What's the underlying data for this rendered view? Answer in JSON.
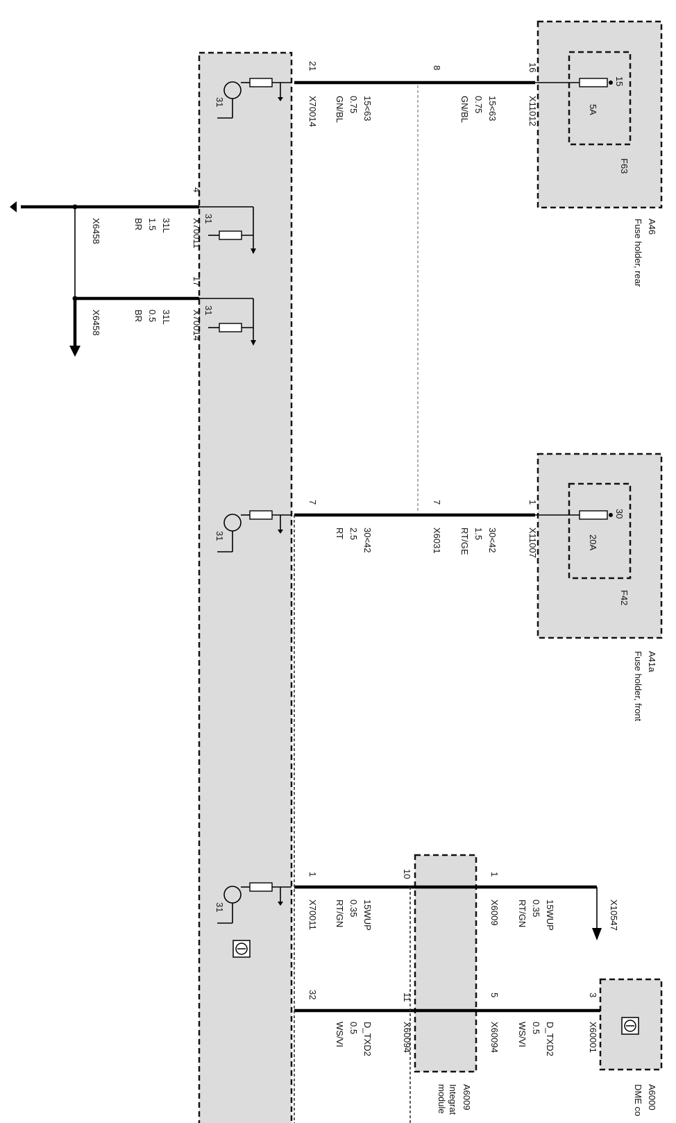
{
  "modules": {
    "a46": {
      "id": "A46",
      "name": "Fuse holder, rear",
      "fuse": "F63",
      "rating": "5A",
      "terminal": "15"
    },
    "a41a": {
      "id": "A41a",
      "name": "Fuse holder, front",
      "fuse": "F42",
      "rating": "20A",
      "terminal": "30"
    },
    "a6000": {
      "id": "A6000",
      "name": "DME co"
    },
    "a6009": {
      "id": "A6009",
      "name_line1": "Integrat",
      "name_line2": "module"
    }
  },
  "circuits": {
    "c1": {
      "pin_fuse": "16",
      "conn_fuse": "X11012",
      "sig_a": "15<63",
      "cs_a": "0.75",
      "col_a": "GN/BL",
      "pin_mid": "8",
      "pin_ecu": "21",
      "conn_ecu": "X70014",
      "sig_b": "15<63",
      "cs_b": "0.75",
      "col_b": "GN/BL"
    },
    "c2": {
      "pin_fuse": "1",
      "conn_fuse": "X11007",
      "sig_a": "30<42",
      "cs_a": "1.5",
      "col_a": "RT/GE",
      "pin_mid": "7",
      "conn_mid": "X6031",
      "pin_ecu": "7",
      "sig_b": "30<42",
      "cs_b": "2.5",
      "col_b": "RT"
    },
    "c3": {
      "conn_top": "X10547",
      "pin_top": "1",
      "conn_mid": "X6009",
      "sig_a": "15WUP",
      "cs_a": "0.35",
      "col_a": "RT/GN",
      "pin_mid": "10",
      "pin_ecu": "1",
      "conn_ecu": "X70011",
      "sig_b": "15WUP",
      "cs_b": "0.35",
      "col_b": "RT/GN"
    },
    "c4": {
      "pin_dme": "3",
      "conn_dme": "X60001",
      "sig_a": "D_TXD2",
      "cs_a": "0.5",
      "col_a": "WS/VI",
      "pin_mid_top": "5",
      "conn_mid_top": "X60094",
      "pin_mid_bot": "11",
      "conn_mid_bot": "X60094",
      "pin_ecu": "32",
      "sig_b": "D_TXD2",
      "cs_b": "0.5",
      "col_b": "WS/VI"
    },
    "g1": {
      "pin": "4",
      "conn": "X70011",
      "sig": "31L",
      "cs": "1.5",
      "col": "BR",
      "splice": "X6458"
    },
    "g2": {
      "pin": "17",
      "conn": "X70014",
      "sig": "31L",
      "cs": "0.5",
      "col": "BR",
      "splice": "X6458"
    }
  },
  "ground_label": "31"
}
